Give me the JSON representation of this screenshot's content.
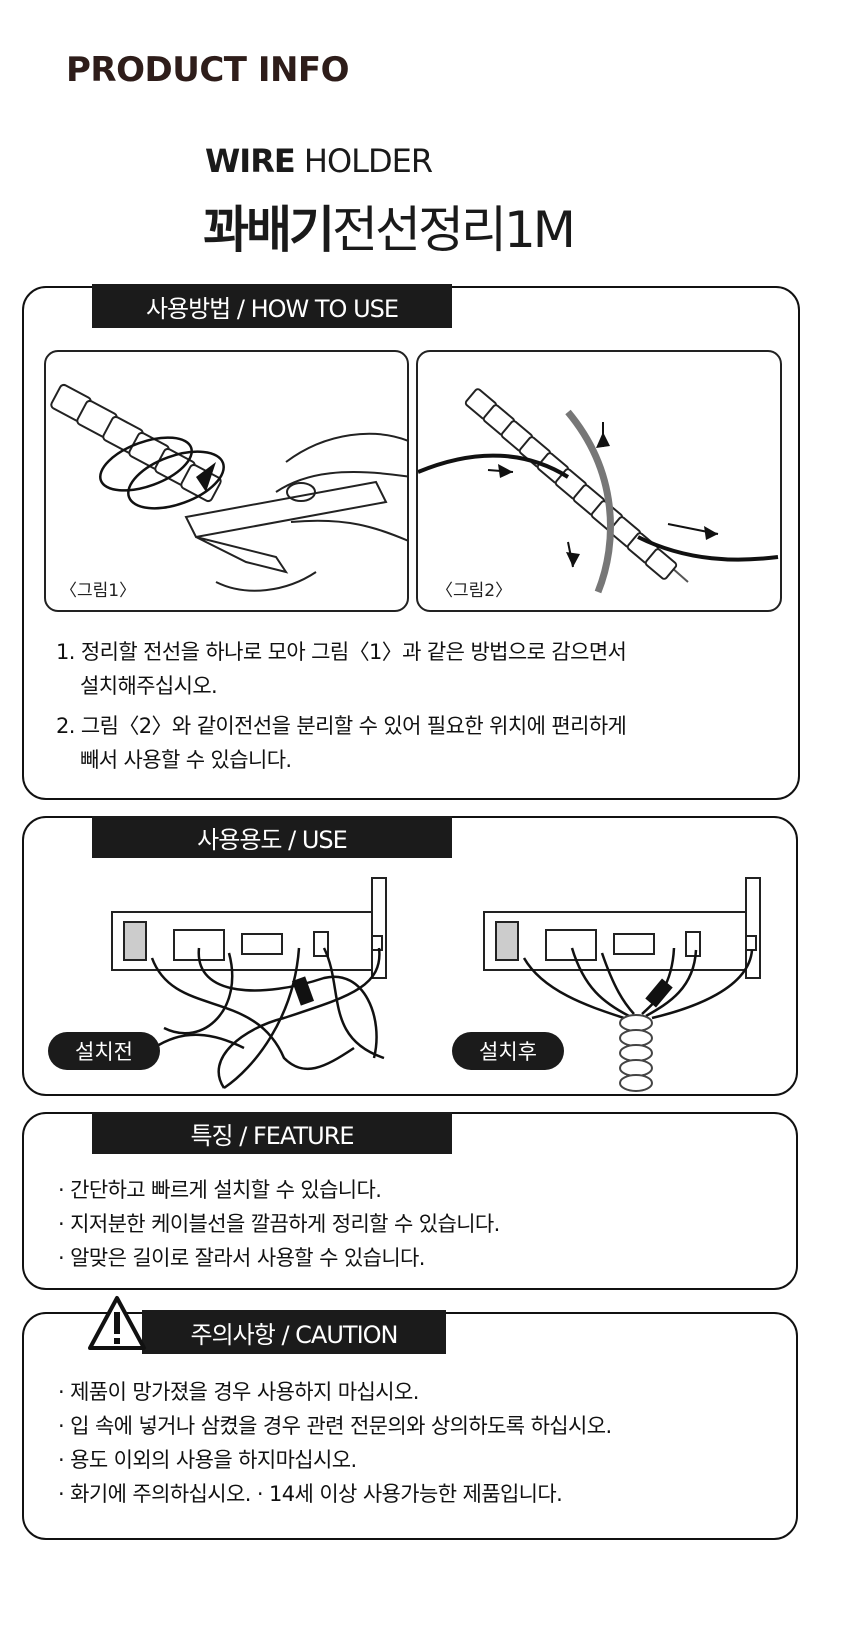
{
  "header": {
    "title": "PRODUCT INFO"
  },
  "product": {
    "name_en_bold": "WIRE",
    "name_en_rest": "HOLDER",
    "name_ko_bold": "꽈배기",
    "name_ko_rest": "전선정리1M"
  },
  "how_to_use": {
    "label": "사용방법 / HOW TO USE",
    "figures": [
      {
        "caption": "〈그림1〉"
      },
      {
        "caption": "〈그림2〉"
      }
    ],
    "steps": [
      {
        "line1": "1. 정리할 전선을 하나로 모아 그림〈1〉과 같은 방법으로 감으면서",
        "line2": "설치해주십시오."
      },
      {
        "line1": "2. 그림〈2〉와 같이전선을 분리할 수 있어 필요한 위치에 편리하게",
        "line2": "빼서 사용할 수 있습니다."
      }
    ]
  },
  "use": {
    "label": "사용용도 / USE",
    "before": "설치전",
    "after": "설치후"
  },
  "feature": {
    "label": "특징 / FEATURE",
    "items": [
      "· 간단하고 빠르게 설치할 수 있습니다.",
      "· 지저분한 케이블선을 깔끔하게 정리할 수 있습니다.",
      "· 알맞은 길이로 잘라서 사용할 수 있습니다."
    ]
  },
  "caution": {
    "label": "주의사항 / CAUTION",
    "icon": "warning-icon",
    "items": [
      "· 제품이 망가졌을 경우 사용하지 마십시오.",
      "· 입 속에 넣거나 삼켰을 경우 관련 전문의와 상의하도록 하십시오.",
      "· 용도 이외의 사용을 하지마십시오.",
      "· 화기에 주의하십시오. · 14세 이상 사용가능한 제품입니다."
    ]
  }
}
